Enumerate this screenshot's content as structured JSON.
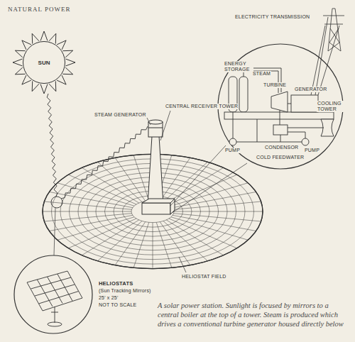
{
  "diagram": {
    "caption": "A solar power station. Sunlight is focused by mirrors to a central boiler at the top of a tower. Steam is produced which drives a conventional turbine generator housed directly below",
    "nodes": [
      {
        "text": [
          "SUN"
        ]
      }
    ],
    "labels": [
      "NATURAL POWER",
      "ELECTRICITY TRANSMISSION",
      "ENERGY STORAGE",
      "STEAM",
      "TURBINE",
      "GENERATOR",
      "COOLING TOWER",
      "CENTRAL RECEIVER TOWER",
      "STEAM GENERATOR",
      "PUMP",
      "CONDENSOR",
      "PUMP",
      "COLD FEEDWATER",
      "HELIOSTAT FIELD",
      "HELIOSTATS",
      "(Sun Tracking Mirrors)",
      "25' x 25'",
      "NOT TO SCALE"
    ]
  }
}
